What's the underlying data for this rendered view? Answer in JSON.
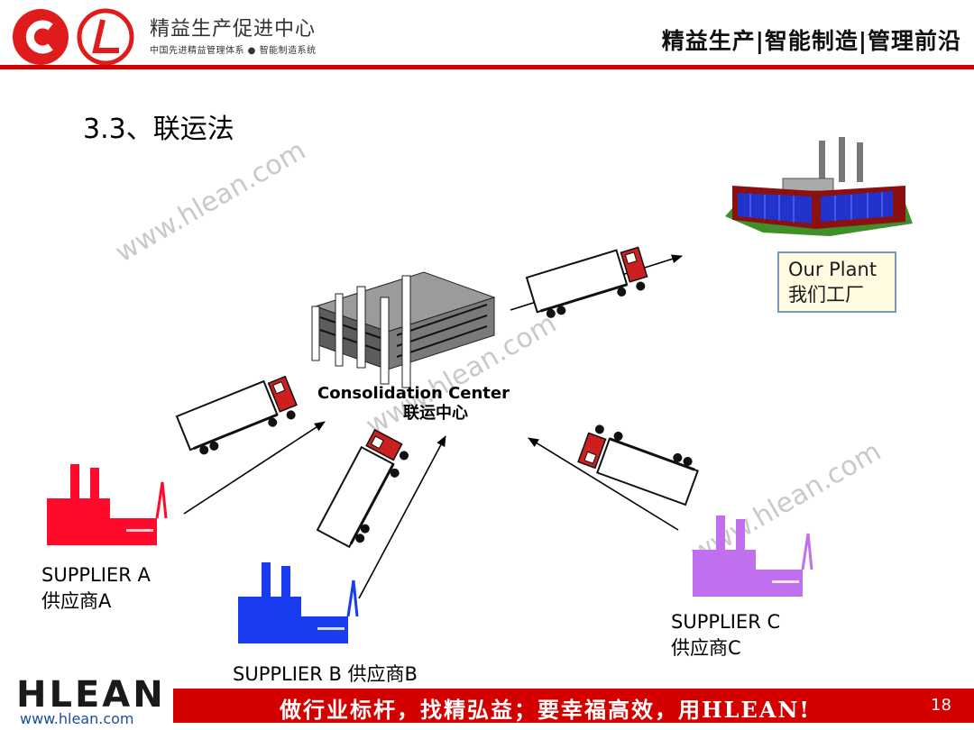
{
  "header": {
    "brand_name": "精益生产促进中心",
    "brand_sub": "中国先进精益管理体系 ● 智能制造系统",
    "slogan": "精益生产|智能制造|管理前沿"
  },
  "slide": {
    "title": "3.3、联运法",
    "watermark": "www.hlean.com"
  },
  "diagram": {
    "consolidation_center": {
      "en": "Consolidation Center",
      "zh": "联运中心"
    },
    "our_plant": {
      "en": "Our Plant",
      "zh": "我们工厂"
    },
    "supplier_a": {
      "en": "SUPPLIER A",
      "zh": "供应商A",
      "color": "#ff0a2a"
    },
    "supplier_b": {
      "label": "SUPPLIER  B 供应商B",
      "color": "#1a3cf0"
    },
    "supplier_c": {
      "en": "SUPPLIER  C",
      "zh": "供应商C",
      "color": "#c070ee"
    }
  },
  "footer": {
    "logo": "HLEAN",
    "url": "www.hlean.com",
    "slogan": "做行业标杆，找精弘益；要幸福高效，用HLEAN!",
    "page_number": "18"
  },
  "colors": {
    "accent_red": "#d40000",
    "plant_roof": "#8b1010",
    "plant_glass": "#2233cc",
    "grass": "#3f8f2a"
  }
}
